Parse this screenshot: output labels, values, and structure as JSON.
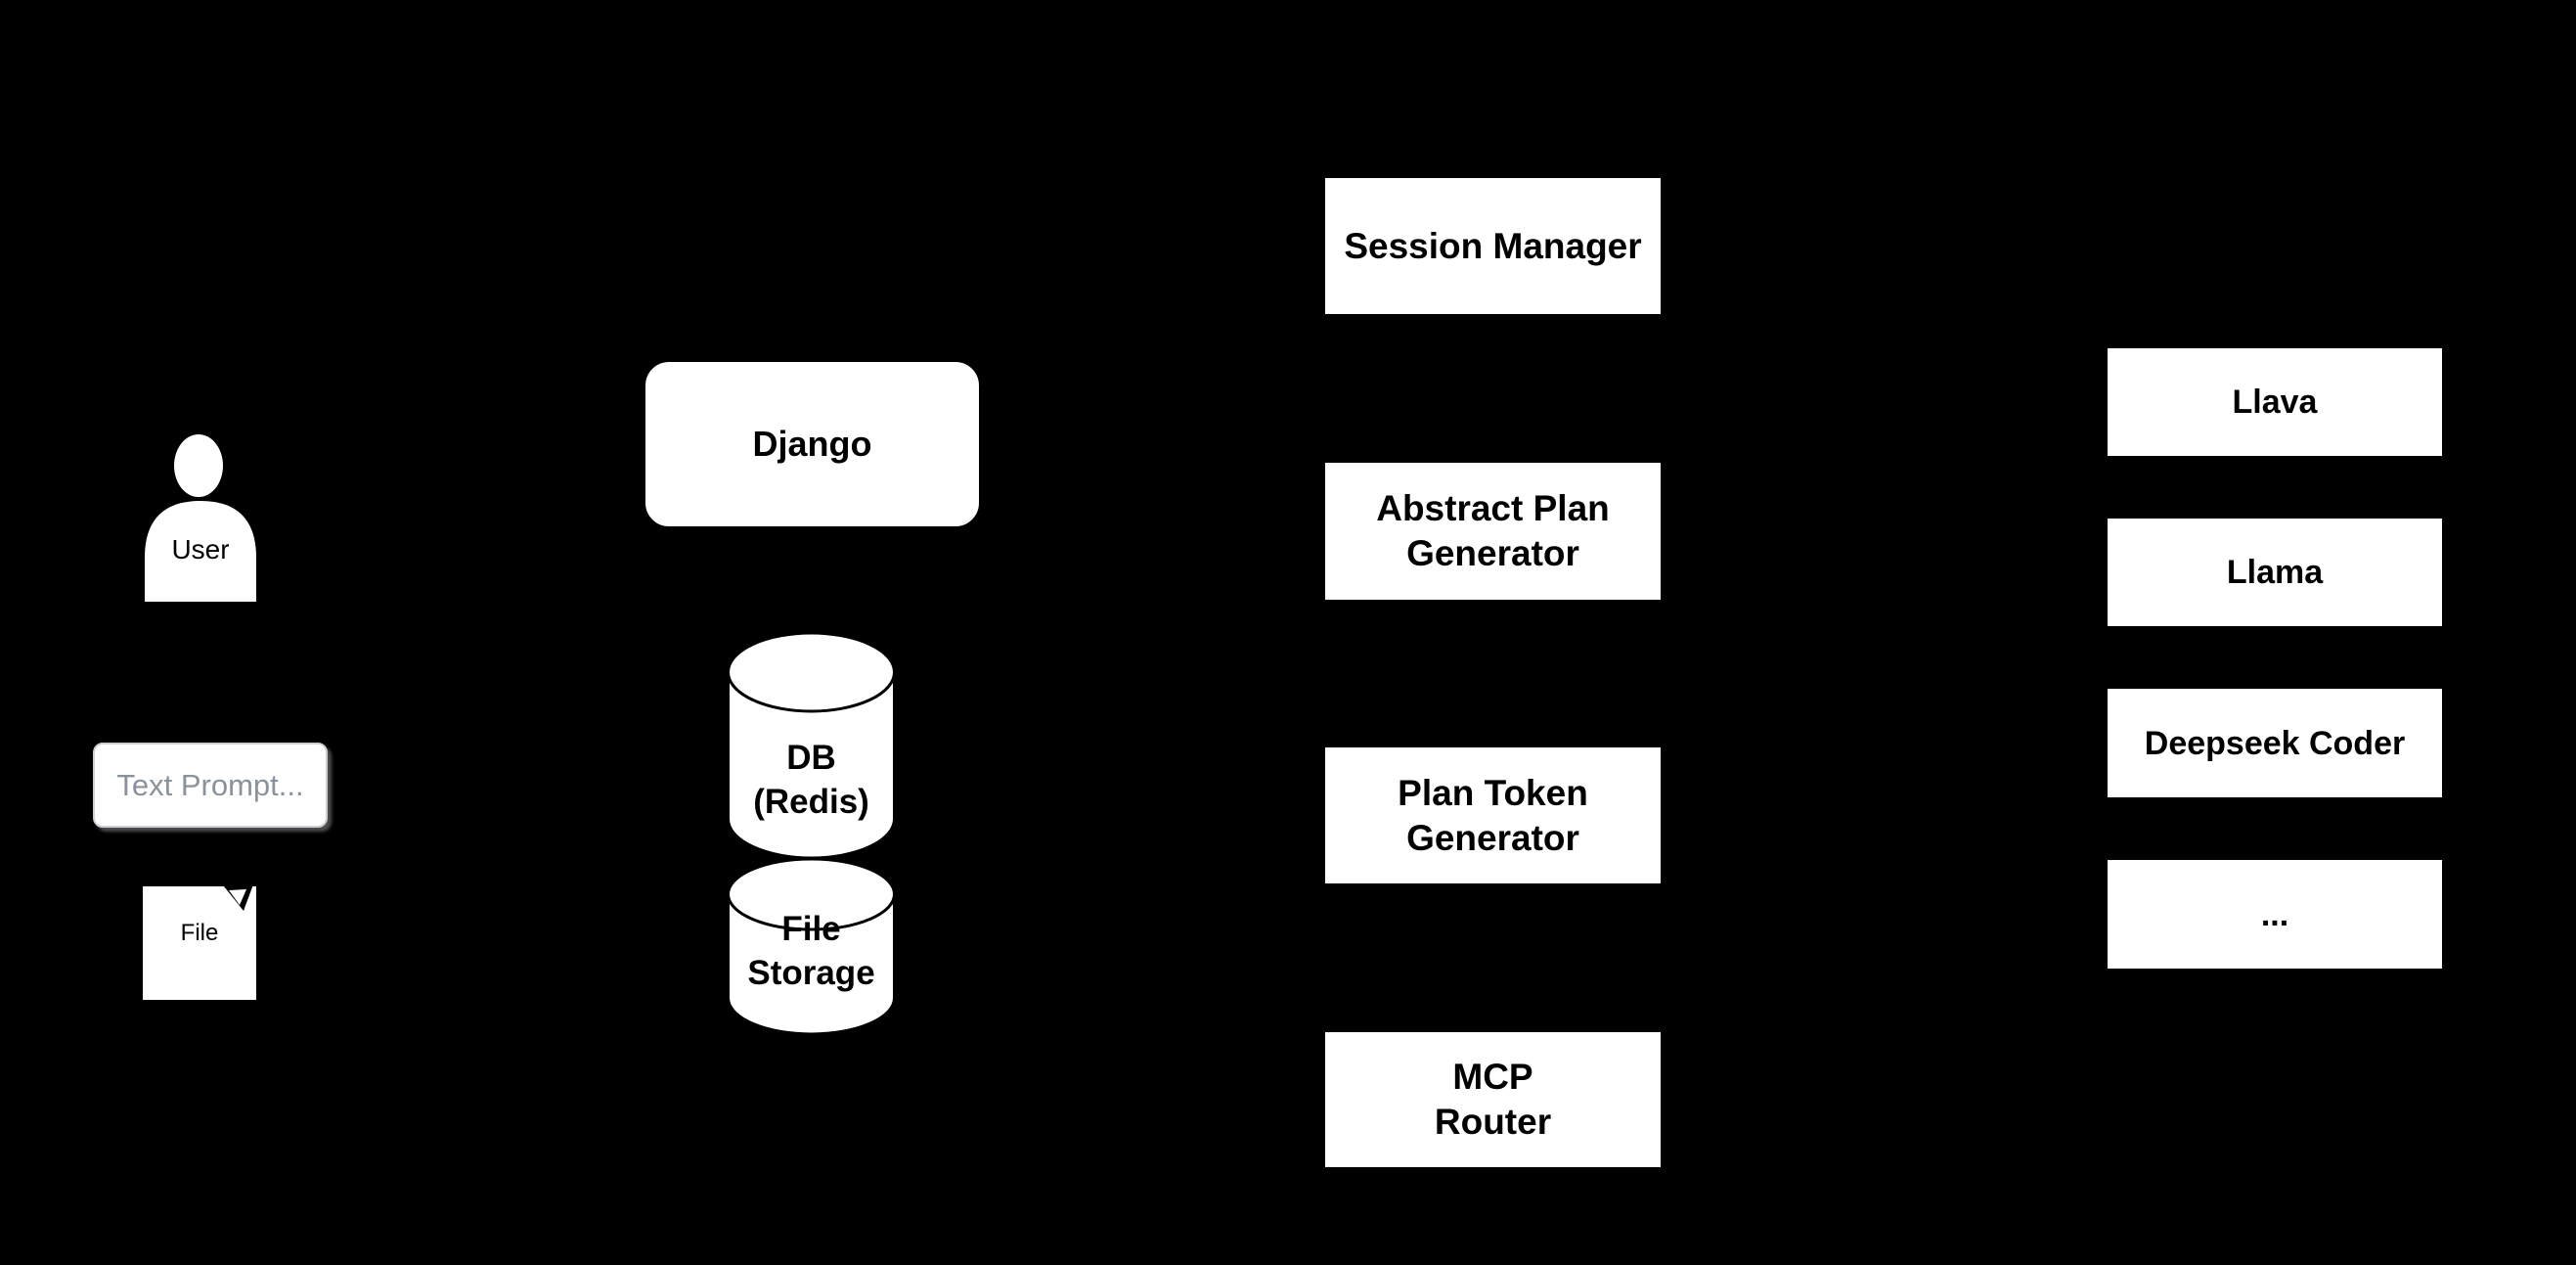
{
  "colors": {
    "background": "#000000",
    "node_fill": "#ffffff",
    "node_text": "#000000",
    "prompt_text": "#8a939b",
    "prompt_border": "#cdd1d5"
  },
  "client": {
    "user": {
      "label": "User"
    },
    "text_prompt": {
      "placeholder": "Text Prompt..."
    },
    "file": {
      "label": "File"
    }
  },
  "backend": {
    "django": {
      "label": "Django"
    },
    "db": {
      "line1": "DB",
      "line2": "(Redis)"
    },
    "file_storage": {
      "line1": "File",
      "line2": "Storage"
    }
  },
  "services": {
    "session_manager": {
      "label": "Session Manager"
    },
    "abstract_plan_generator": {
      "line1": "Abstract Plan",
      "line2": "Generator"
    },
    "plan_token_generator": {
      "line1": "Plan Token",
      "line2": "Generator"
    },
    "mcp_router": {
      "line1": "MCP",
      "line2": "Router"
    }
  },
  "models": {
    "llava": {
      "label": "Llava"
    },
    "llama": {
      "label": "Llama"
    },
    "deepseek_coder": {
      "label": "Deepseek Coder"
    },
    "more": {
      "label": "..."
    }
  }
}
